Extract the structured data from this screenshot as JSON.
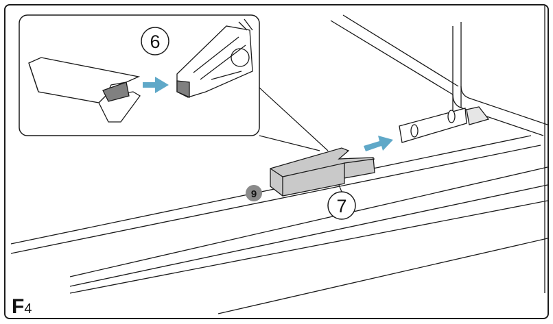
{
  "callouts": {
    "inset_step": "6",
    "main_step": "7",
    "part_badge": "9"
  },
  "figure": {
    "letter": "F",
    "number": "4"
  },
  "colors": {
    "arrow": "#5fa8c8",
    "part_fill": "#c9c9c9",
    "part_dark": "#808080",
    "badge": "#8a8a8a",
    "line": "#1a1a1a"
  }
}
